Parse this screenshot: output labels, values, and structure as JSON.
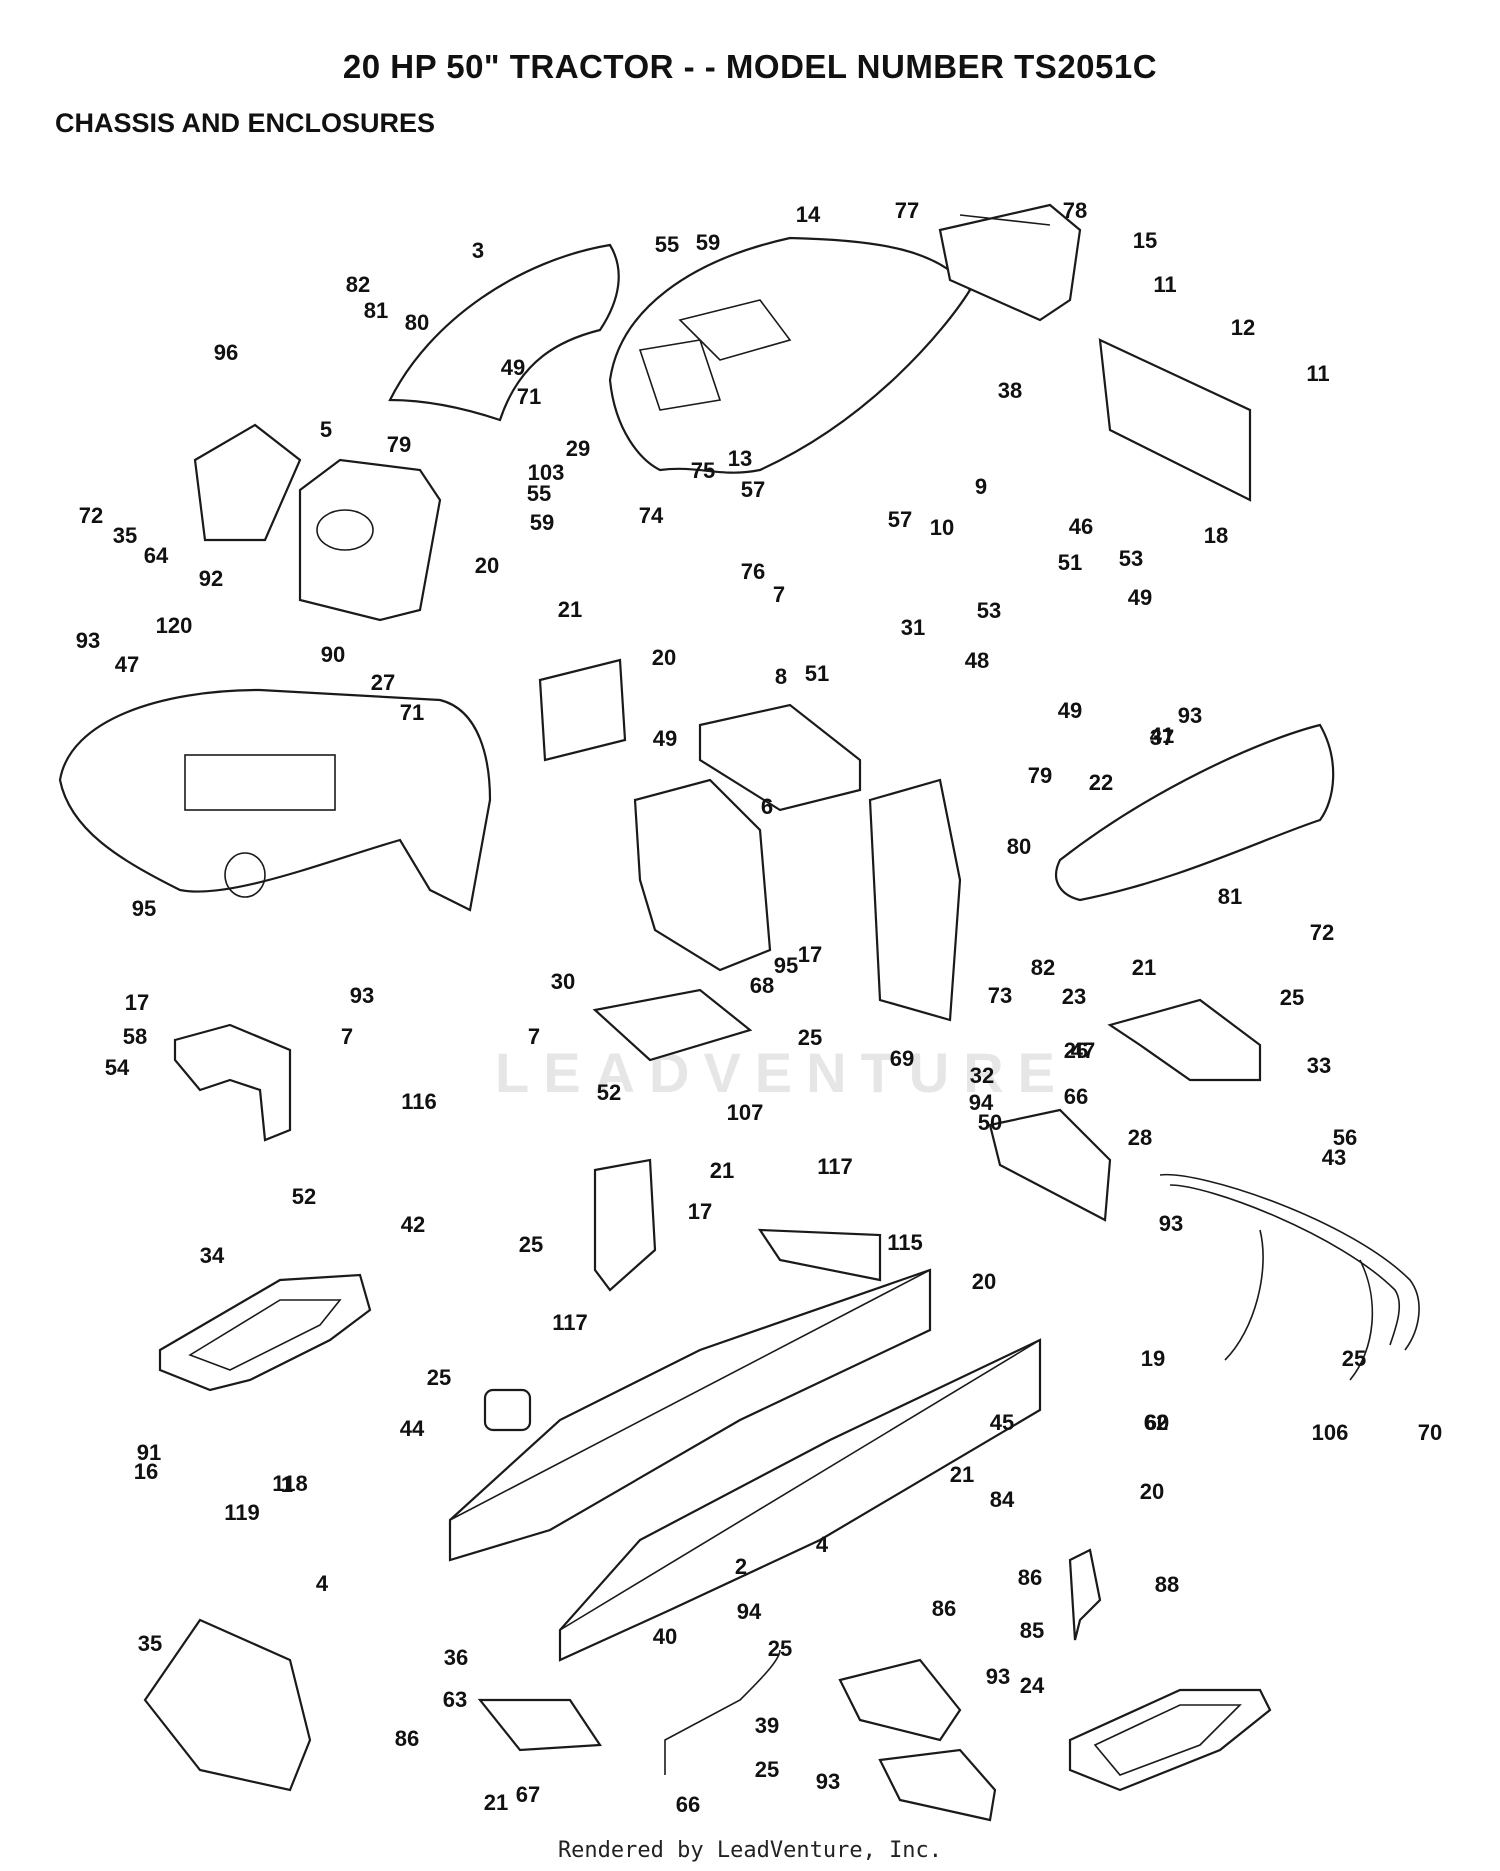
{
  "header": {
    "title": "20 HP 50\" TRACTOR - - MODEL NUMBER TS2051C",
    "subtitle": "CHASSIS AND ENCLOSURES"
  },
  "watermark": "LEADVENTURE",
  "footer": {
    "text": "Rendered by LeadVenture, Inc."
  },
  "callouts": [
    "3",
    "55",
    "59",
    "14",
    "77",
    "78",
    "15",
    "11",
    "12",
    "38",
    "11",
    "18",
    "82",
    "81",
    "80",
    "49",
    "71",
    "79",
    "96",
    "5",
    "72",
    "35",
    "64",
    "92",
    "29",
    "103",
    "55",
    "59",
    "20",
    "21",
    "20",
    "74",
    "13",
    "75",
    "76",
    "57",
    "9",
    "57",
    "10",
    "7",
    "31",
    "8",
    "51",
    "46",
    "51",
    "53",
    "53",
    "49",
    "48",
    "49",
    "41",
    "37",
    "93",
    "120",
    "93",
    "47",
    "90",
    "27",
    "71",
    "49",
    "79",
    "22",
    "80",
    "82",
    "81",
    "21",
    "72",
    "6",
    "95",
    "17",
    "95",
    "17",
    "93",
    "58",
    "7",
    "54",
    "30",
    "7",
    "52",
    "68",
    "107",
    "73",
    "23",
    "47",
    "25",
    "26",
    "69",
    "32",
    "25",
    "33",
    "94",
    "50",
    "117",
    "115",
    "66",
    "28",
    "56",
    "43",
    "52",
    "34",
    "116",
    "42",
    "25",
    "21",
    "17",
    "93",
    "20",
    "19",
    "62",
    "16",
    "91",
    "1",
    "118",
    "119",
    "117",
    "25",
    "44",
    "45",
    "25",
    "106",
    "70",
    "60",
    "20",
    "21",
    "84",
    "4",
    "2",
    "86",
    "86",
    "88",
    "85",
    "4",
    "35",
    "36",
    "86",
    "63",
    "21",
    "67",
    "94",
    "25",
    "40",
    "39",
    "25",
    "66",
    "24",
    "93",
    "93"
  ]
}
